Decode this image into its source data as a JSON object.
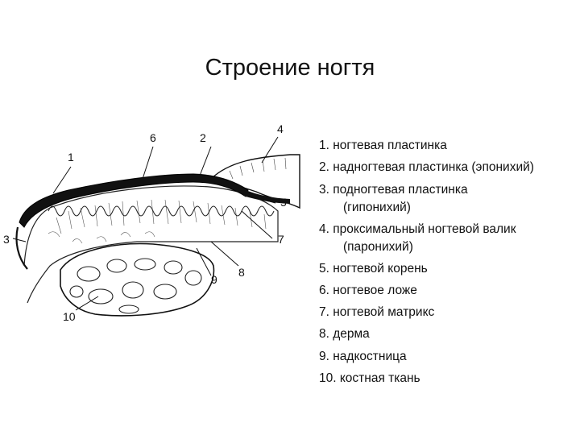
{
  "title": "Строение ногтя",
  "callouts": [
    "1",
    "2",
    "3",
    "4",
    "5",
    "6",
    "7",
    "8",
    "9",
    "10"
  ],
  "legend": [
    {
      "text": "1. ногтевая пластинка"
    },
    {
      "text": "2. надногтевая пластинка (эпонихий)"
    },
    {
      "text": "3. подногтевая пластинка",
      "cont": "(гипонихий)"
    },
    {
      "text": "4. проксимальный ногтевой валик",
      "cont": "(паронихий)"
    },
    {
      "text": "5. ногтевой корень"
    },
    {
      "text": "6. ногтевое ложе"
    },
    {
      "text": "7. ногтевой матрикс"
    },
    {
      "text": "8. дерма"
    },
    {
      "text": "9. надкостница"
    },
    {
      "text": "10. костная ткань"
    }
  ]
}
